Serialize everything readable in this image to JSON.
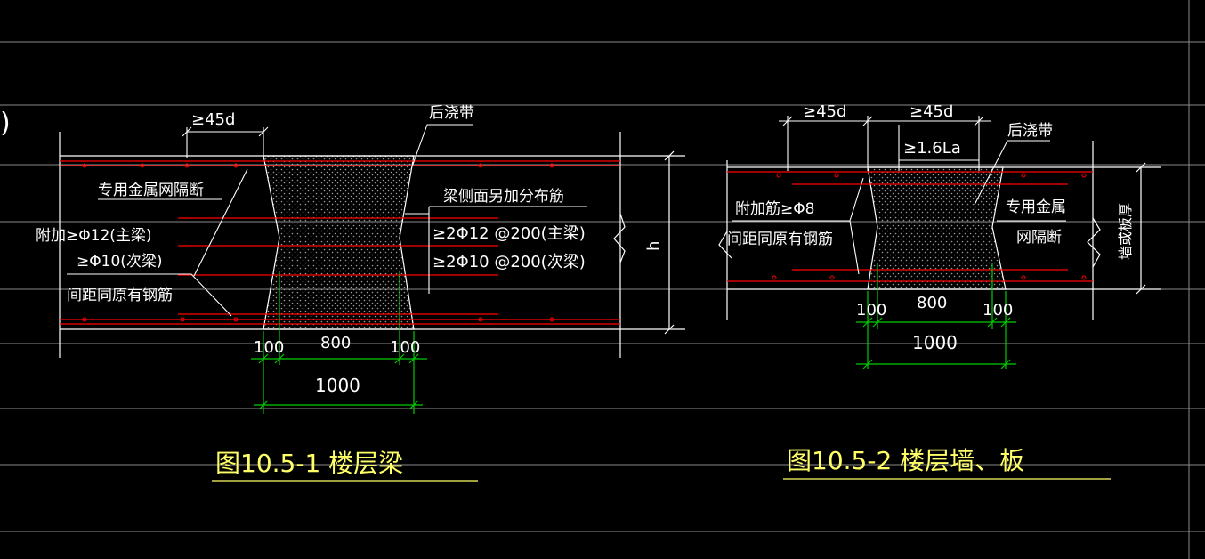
{
  "colors": {
    "background": "#000000",
    "line": "#ffffff",
    "rebar": "#ff0000",
    "dimension": "#00cc00",
    "caption": "#ffff66",
    "grid": "#8a8a8a"
  },
  "left_drawing": {
    "caption": "图10.5-1  楼层梁",
    "label_band": "后浇带",
    "label_mesh": "专用金属网隔断",
    "label_side_bars": "梁侧面另加分布筋",
    "label_side_bars_main": "≥2Φ12 @200(主梁)",
    "label_side_bars_secondary": "≥2Φ10 @200(次梁)",
    "label_add_main": "附加≥Φ12(主梁)",
    "label_add_secondary": "≥Φ10(次梁)",
    "label_spacing": "间距同原有钢筋",
    "dim_lap": "≥45d",
    "dim_height": "h",
    "dim_100_left": "100",
    "dim_800": "800",
    "dim_100_right": "100",
    "dim_1000": "1000"
  },
  "right_drawing": {
    "caption": "图10.5-2  楼层墙、板",
    "label_band": "后浇带",
    "label_mesh_line1": "专用金属",
    "label_mesh_line2": "网隔断",
    "label_add": "附加筋≥Φ8",
    "label_spacing": "间距同原有钢筋",
    "dim_lap_left": "≥45d",
    "dim_lap_right": "≥45d",
    "dim_la": "≥1.6La",
    "dim_thickness": "墙或板厚",
    "dim_100_left": "100",
    "dim_800": "800",
    "dim_100_right": "100",
    "dim_1000": "1000"
  },
  "partial_mark": ")"
}
